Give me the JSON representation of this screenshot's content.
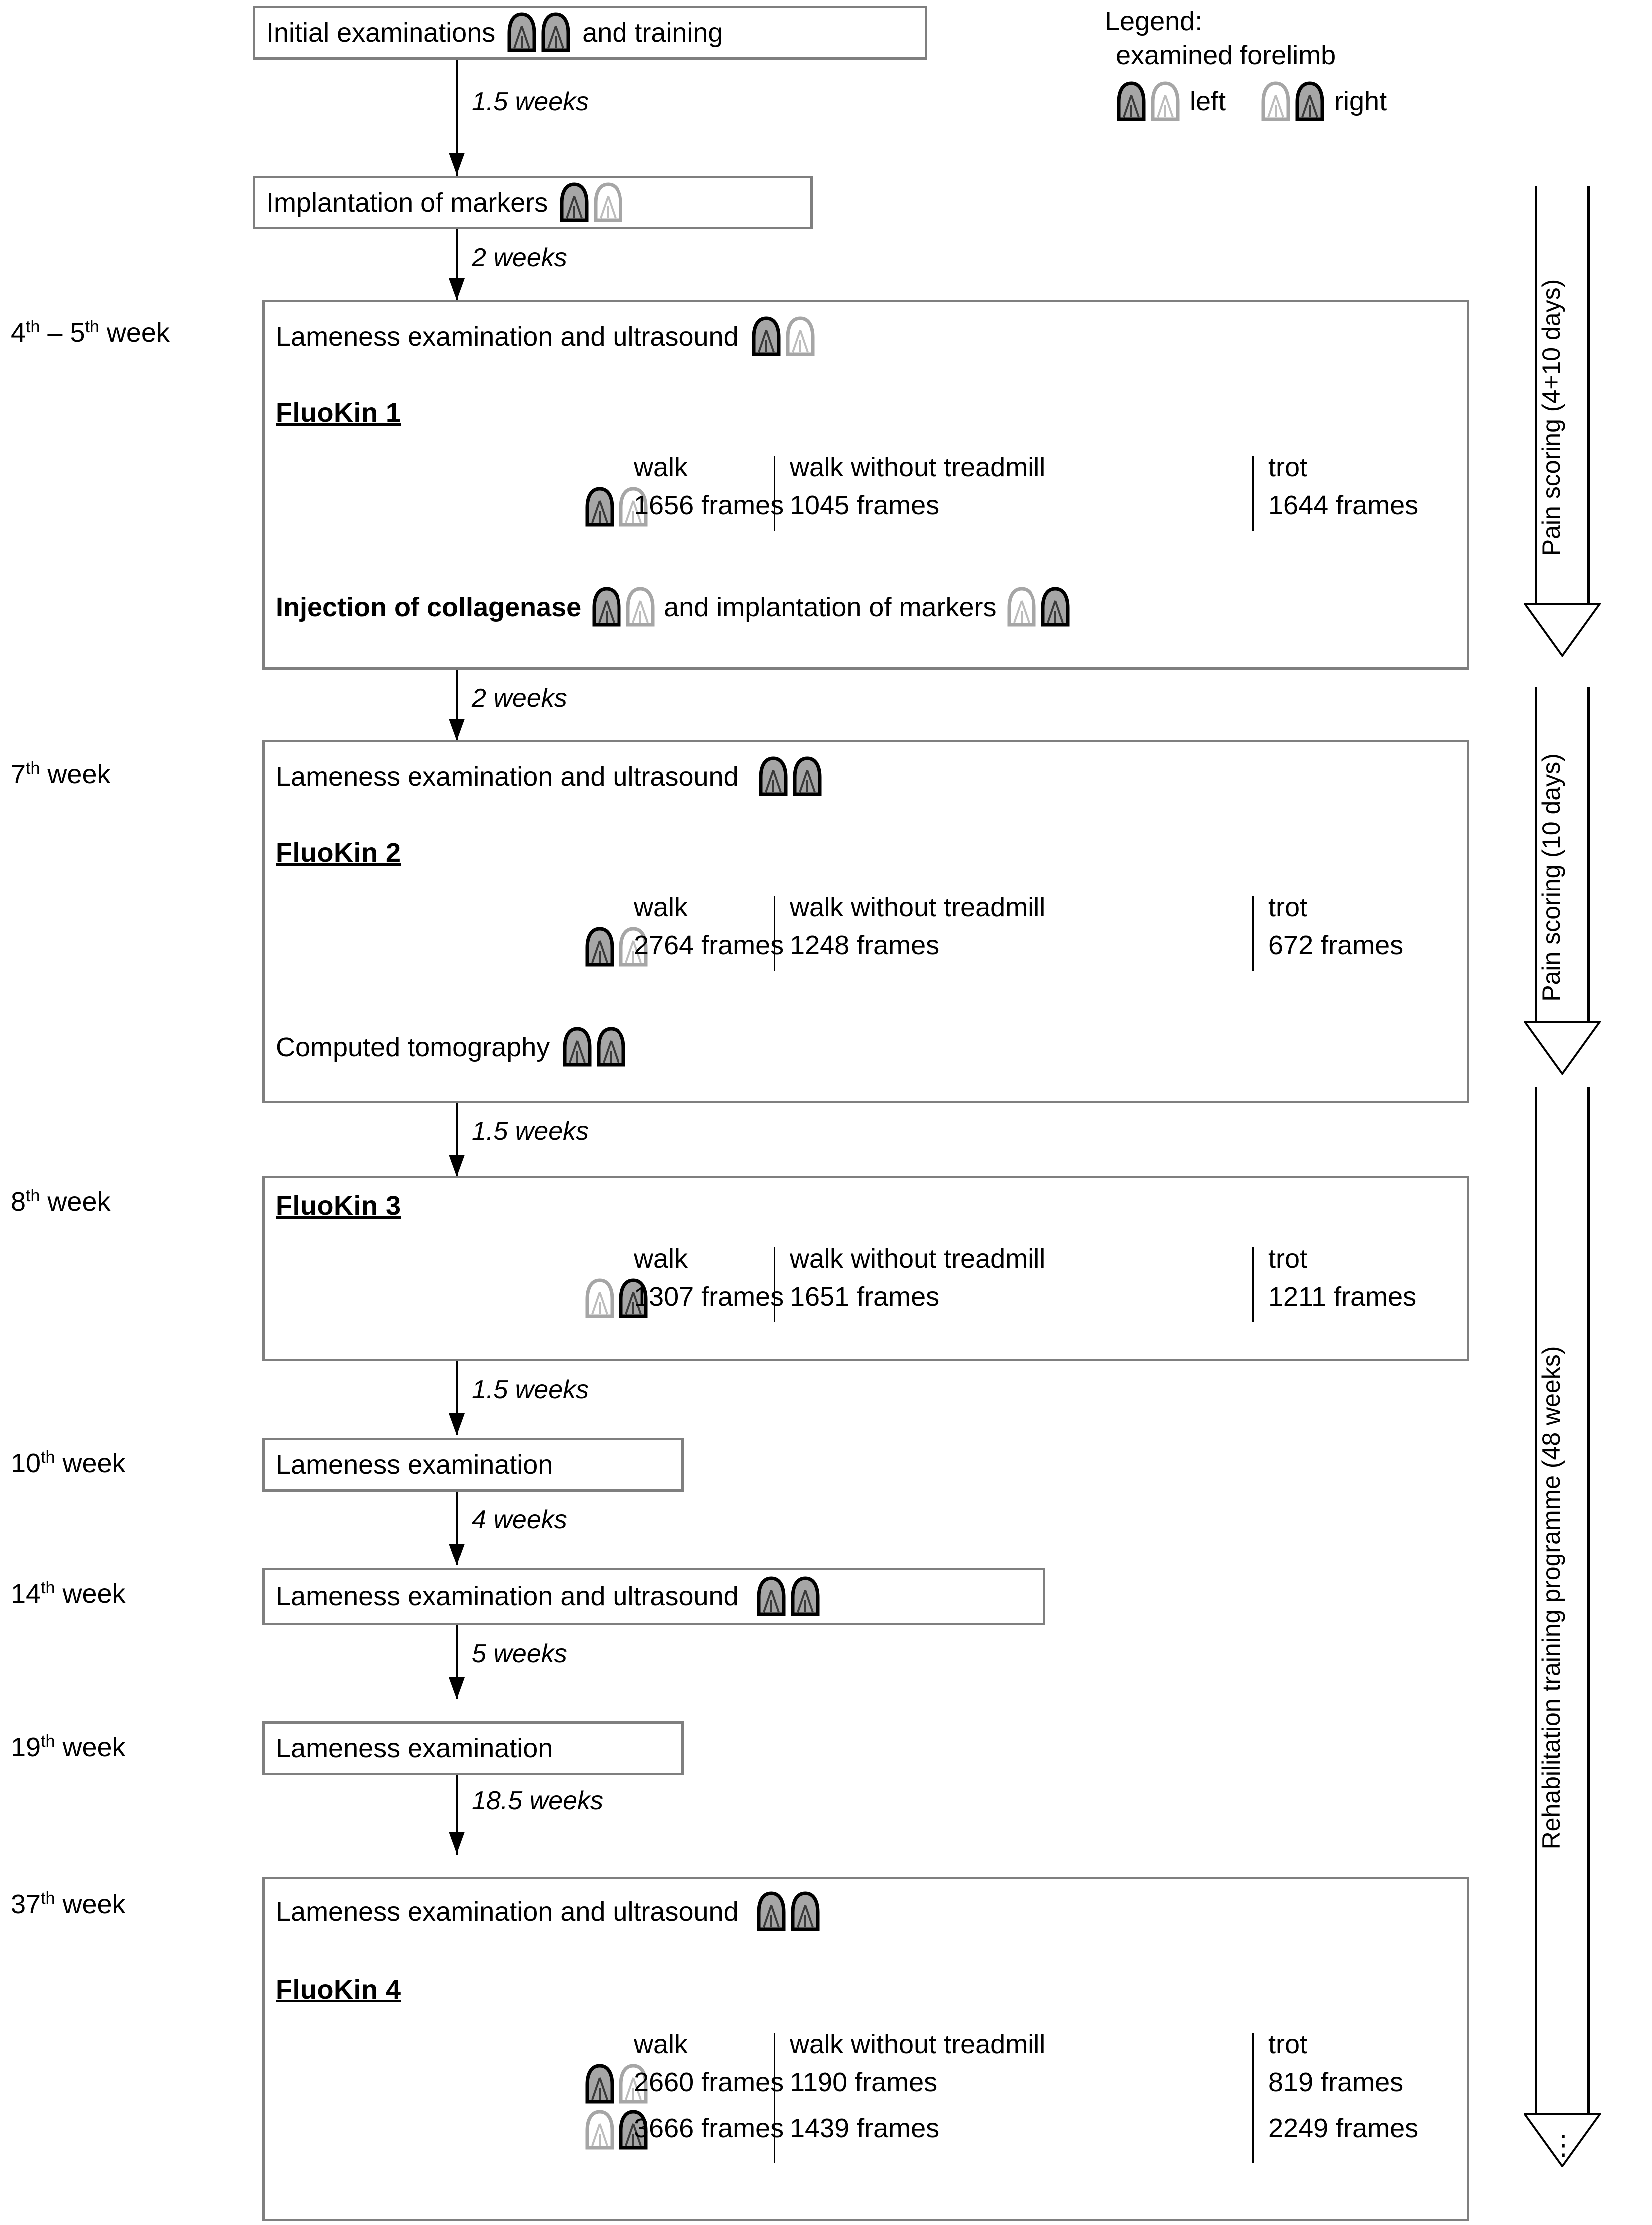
{
  "legend": {
    "title": "Legend:",
    "subtitle": "examined forelimb",
    "left_label": "left",
    "right_label": "right"
  },
  "nodes": [
    {
      "id": "initial",
      "week": null,
      "text_before": "Initial examinations",
      "text_after": "and training",
      "hooves": "both"
    },
    {
      "id": "implantation",
      "week": null,
      "text_before": "Implantation of markers",
      "text_after": "",
      "hooves": "left"
    },
    {
      "id": "week4_5",
      "week": "4th – 5th week",
      "week_ord": "th",
      "title": "Lameness examination and ultrasound",
      "title_hooves": "left",
      "fluokin": "FluoKin 1",
      "gait": {
        "headers": [
          "walk",
          "walk without treadmill",
          "trot"
        ],
        "rows": [
          {
            "hooves": "left",
            "values": [
              "1656 frames",
              "1045 frames",
              "1644 frames"
            ]
          }
        ]
      },
      "footer_bold": "Injection of collagenase",
      "footer_hooves_1": "left",
      "footer_rest": "and implantation of markers",
      "footer_hooves_2": "right"
    },
    {
      "id": "week7",
      "week": "7th week",
      "title": "Lameness examination and ultrasound",
      "title_hooves": "both",
      "fluokin": "FluoKin 2",
      "gait": {
        "headers": [
          "walk",
          "walk without treadmill",
          "trot"
        ],
        "rows": [
          {
            "hooves": "left",
            "values": [
              "2764 frames",
              "1248 frames",
              "672 frames"
            ]
          }
        ]
      },
      "ct_text": "Computed  tomography",
      "ct_hooves": "both"
    },
    {
      "id": "week8",
      "week": "8th week",
      "fluokin": "FluoKin 3",
      "gait": {
        "headers": [
          "walk",
          "walk without treadmill",
          "trot"
        ],
        "rows": [
          {
            "hooves": "right",
            "values": [
              "1307 frames",
              "1651 frames",
              "1211 frames"
            ]
          }
        ]
      }
    },
    {
      "id": "week10",
      "week": "10th week",
      "title": "Lameness examination",
      "title_hooves": "none"
    },
    {
      "id": "week14",
      "week": "14th week",
      "title": "Lameness examination and ultrasound",
      "title_hooves": "both"
    },
    {
      "id": "week19",
      "week": "19th week",
      "title": "Lameness examination",
      "title_hooves": "none"
    },
    {
      "id": "week37",
      "week": "37th week",
      "title": "Lameness examination and ultrasound",
      "title_hooves": "both",
      "fluokin": "FluoKin 4",
      "gait": {
        "headers": [
          "walk",
          "walk without treadmill",
          "trot"
        ],
        "rows": [
          {
            "hooves": "left",
            "values": [
              "2660 frames",
              "1190 frames",
              "819 frames"
            ]
          },
          {
            "hooves": "right",
            "values": [
              "3666 frames",
              "1439 frames",
              "2249 frames"
            ]
          }
        ]
      }
    }
  ],
  "durations": [
    "1.5 weeks",
    "2 weeks",
    "2 weeks",
    "1.5 weeks",
    "1.5 weeks",
    "4 weeks",
    "5 weeks",
    "18.5 weeks"
  ],
  "side_arrows": [
    {
      "id": "pain1",
      "label": "Pain scoring (4+10 days)"
    },
    {
      "id": "pain2",
      "label": "Pain scoring (10 days)"
    },
    {
      "id": "rehab",
      "label": "Rehabilitation training programme (48 weeks)"
    }
  ],
  "continuation": "⋮",
  "colors": {
    "box_border": "#7f7f7f",
    "hoof_fill": "#a6a6a6",
    "hoof_stroke_on": "#000000",
    "hoof_stroke_off": "#a6a6a6",
    "line": "#000000"
  }
}
